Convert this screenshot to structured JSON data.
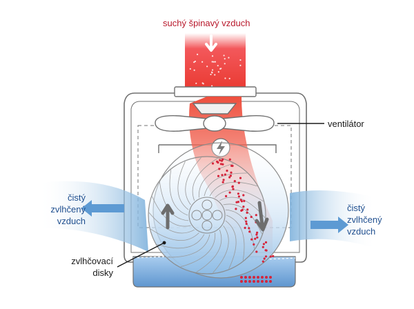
{
  "labels": {
    "intake": "suchý špinavý vzduch",
    "fan": "ventilátor",
    "output_left": [
      "čistý",
      "zvlhčený",
      "vzduch"
    ],
    "output_right": [
      "čistý",
      "zvlhčený",
      "vzduch"
    ],
    "discs": [
      "zvlhčovací",
      "disky"
    ]
  },
  "colors": {
    "dirty_air": "#e8362c",
    "clean_air": "#7fb2dc",
    "water": "#86b8e3",
    "outline": "#6c6c6c",
    "red_text": "#b8182b",
    "blue_text": "#1f4f8f"
  },
  "icons": {
    "fan_motor": "lightning-bolt-icon",
    "airflow_down": "arrow-down-icon",
    "disc_rotation_up": "arrow-up-icon",
    "disc_rotation_down": "arrow-down-icon"
  }
}
